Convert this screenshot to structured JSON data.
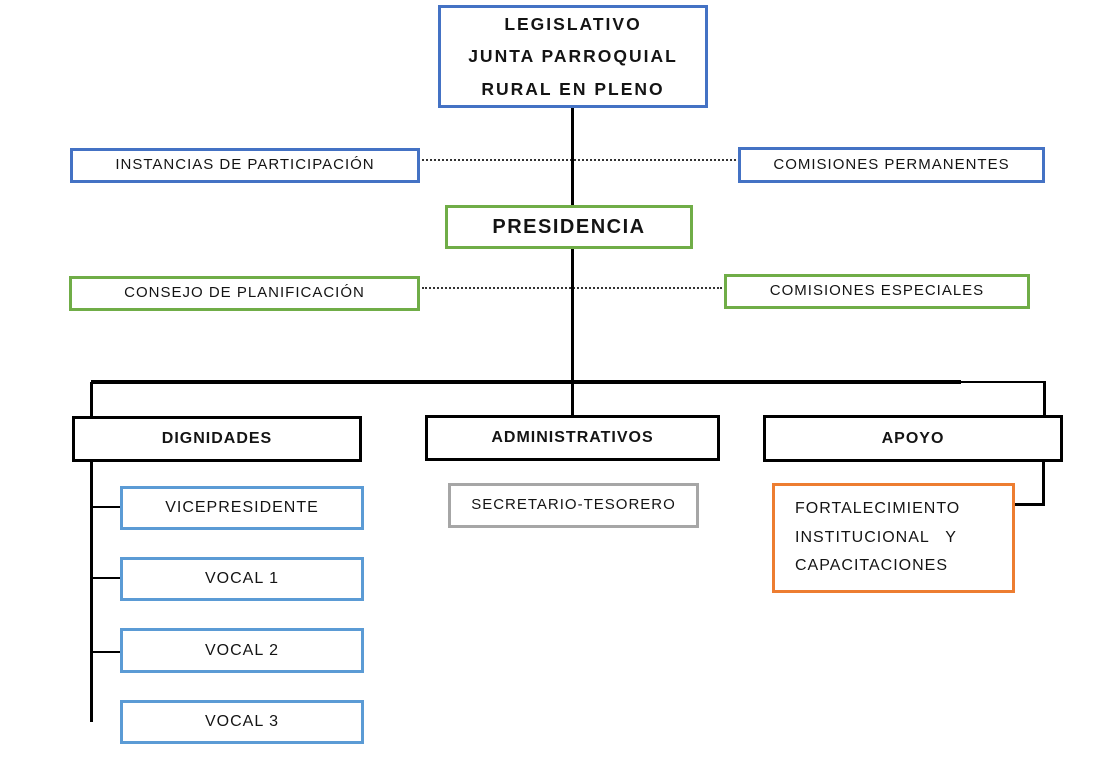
{
  "palette": {
    "blue": "#4472C4",
    "green": "#70AD47",
    "lightblue": "#5B9BD5",
    "gray": "#A6A6A6",
    "orange": "#ED7D31",
    "line": "#000000",
    "dot": "#333333"
  },
  "org": {
    "legislative": {
      "label": "LEGISLATIVO\nJUNTA PARROQUIAL\nRURAL EN PLENO"
    },
    "participation": {
      "label": "INSTANCIAS DE PARTICIPACIÓN"
    },
    "permanent_commissions": {
      "label": "COMISIONES PERMANENTES"
    },
    "presidency": {
      "label": "PRESIDENCIA"
    },
    "planning_council": {
      "label": "CONSEJO DE PLANIFICACIÓN"
    },
    "special_commissions": {
      "label": "COMISIONES ESPECIALES"
    },
    "branches": {
      "dignities": {
        "label": "DIGNIDADES",
        "children": [
          "VICEPRESIDENTE",
          "VOCAL 1",
          "VOCAL 2",
          "VOCAL 3"
        ]
      },
      "administrative": {
        "label": "ADMINISTRATIVOS",
        "children": [
          "SECRETARIO-TESORERO"
        ]
      },
      "support": {
        "label": "APOYO",
        "children": [
          "FORTALECIMIENTO\nINSTITUCIONAL   Y\nCAPACITACIONES"
        ]
      }
    }
  }
}
